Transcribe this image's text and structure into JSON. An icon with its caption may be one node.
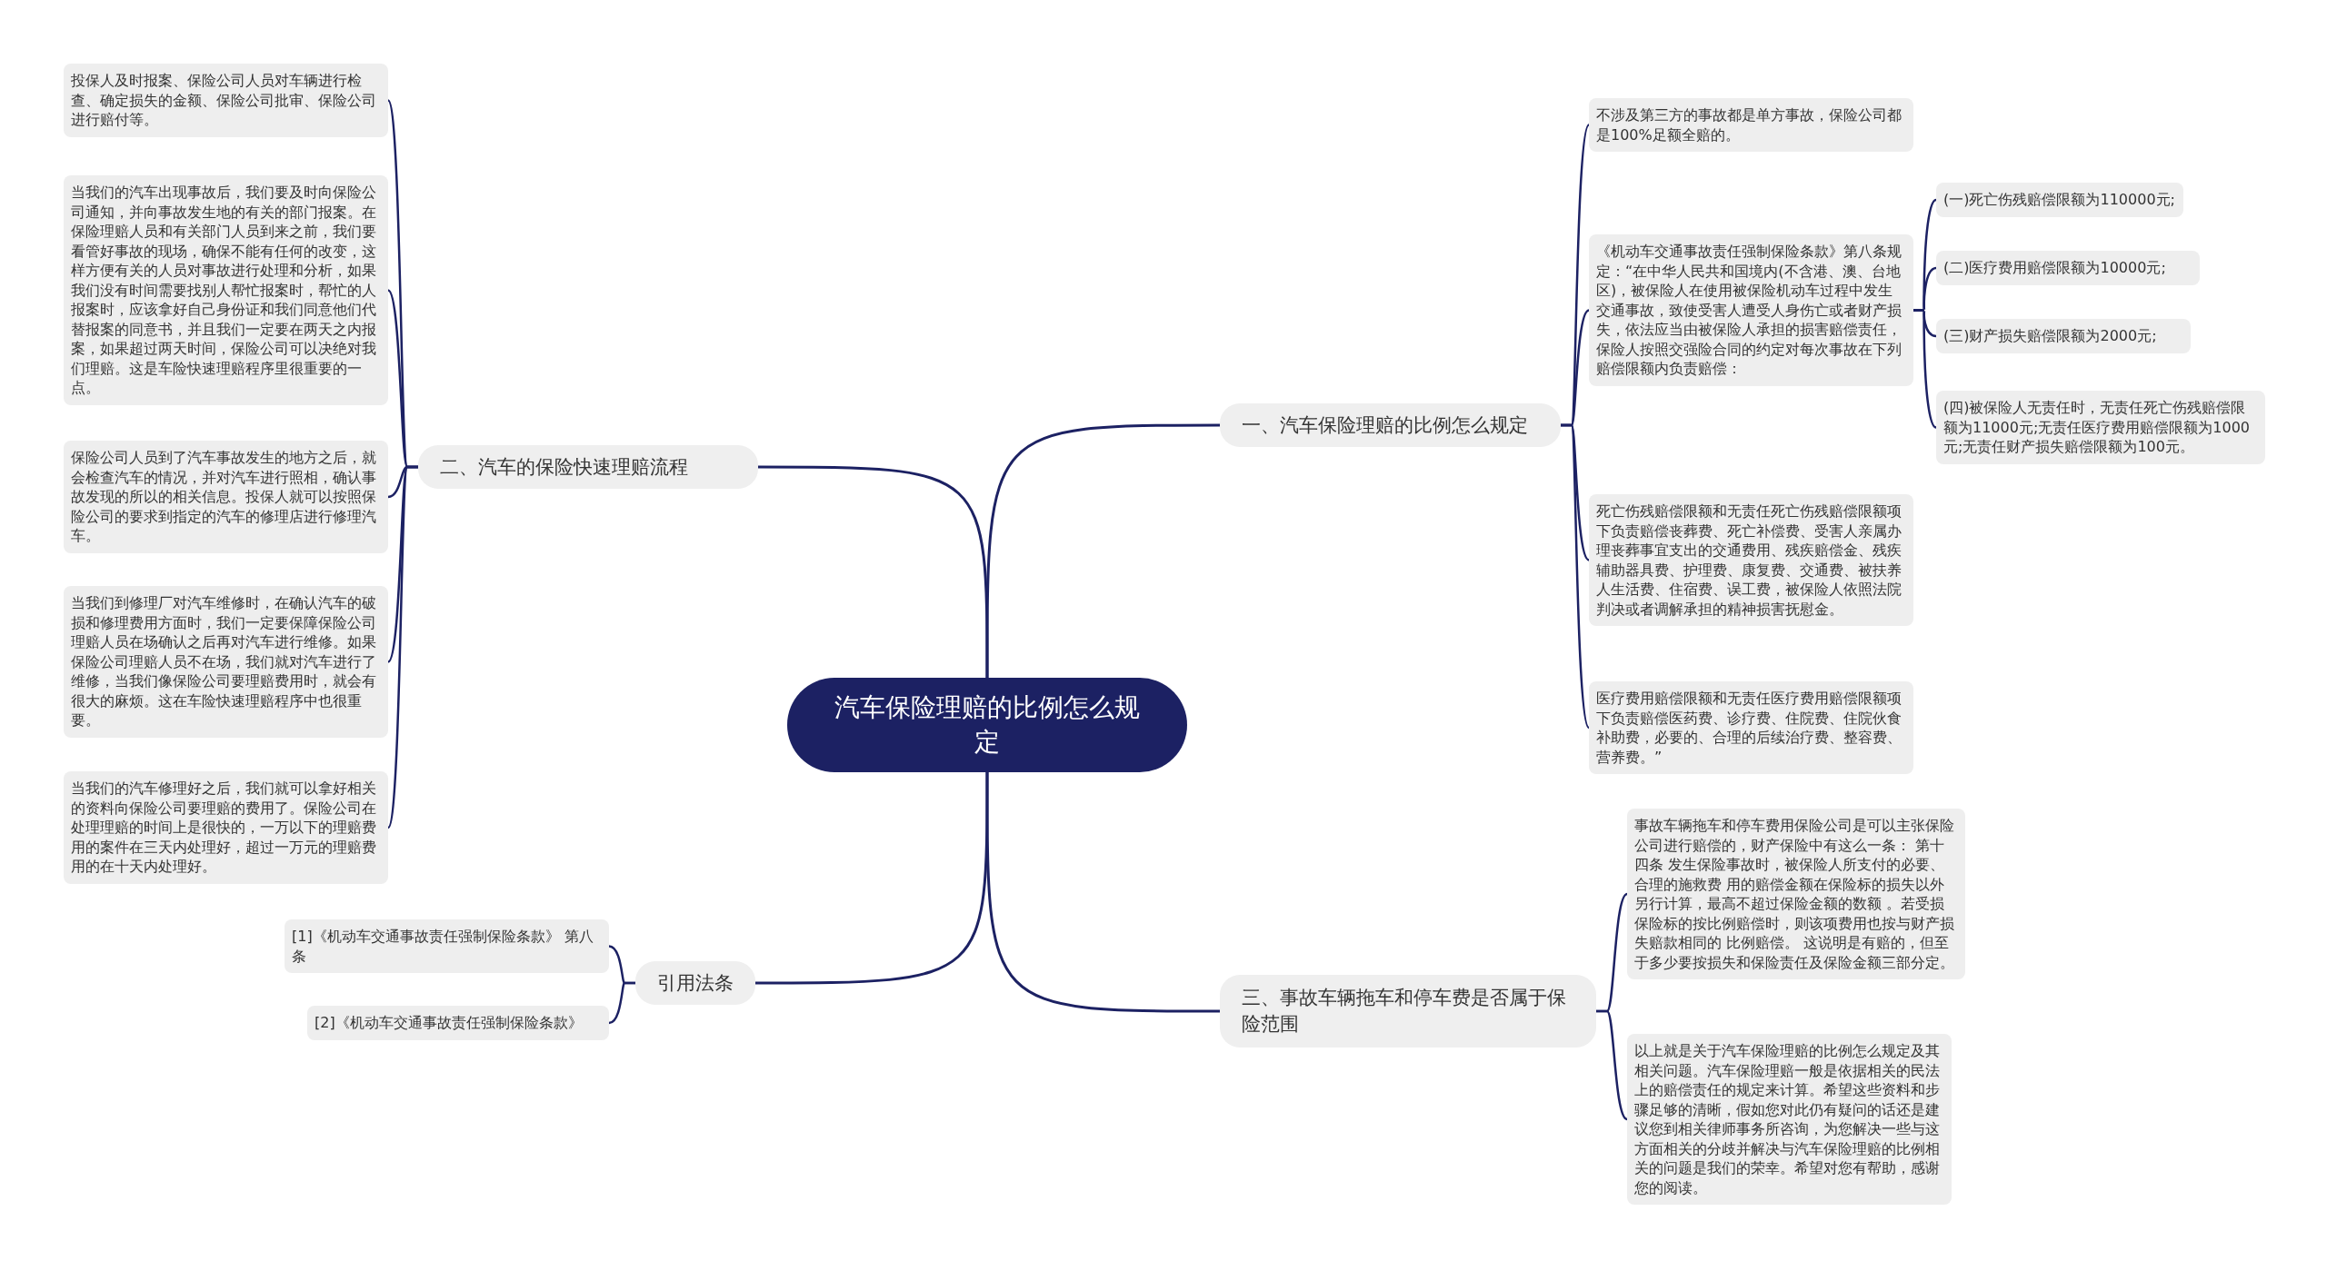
{
  "diagram": {
    "nodes": [
      {
        "text": [
          "汽车保险理赔的比例怎么规定"
        ]
      },
      {
        "text": [
          "一、汽车保险理赔的比例怎么规定"
        ]
      },
      {
        "text": [
          "不涉及第三方的事故都是单方事故，保险公司都是100%足额全赔的。"
        ]
      },
      {
        "text": [
          "《机动车交通事故责任强制保险条款》第八条规定：“在中华人民共和国境内(不含港、澳、台地区)，被保险人在使用被保险机动车过程中发生交通事故，致使受害人遭受人身伤亡或者财产损失，依法应当由被保险人承担的损害赔偿责任，保险人按照交强险合同的约定对每次事故在下列赔偿限额内负责赔偿："
        ]
      },
      {
        "text": [
          "(一)死亡伤残赔偿限额为110000元;"
        ]
      },
      {
        "text": [
          "(二)医疗费用赔偿限额为10000元;"
        ]
      },
      {
        "text": [
          "(三)财产损失赔偿限额为2000元;"
        ]
      },
      {
        "text": [
          "(四)被保险人无责任时，无责任死亡伤残赔偿限额为11000元;无责任医疗费用赔偿限额为1000元;无责任财产损失赔偿限额为100元。"
        ]
      },
      {
        "text": [
          "死亡伤残赔偿限额和无责任死亡伤残赔偿限额项下负责赔偿丧葬费、死亡补偿费、受害人亲属办理丧葬事宜支出的交通费用、残疾赔偿金、残疾辅助器具费、护理费、康复费、交通费、被扶养人生活费、住宿费、误工费，被保险人依照法院判决或者调解承担的精神损害抚慰金。"
        ]
      },
      {
        "text": [
          "医疗费用赔偿限额和无责任医疗费用赔偿限额项下负责赔偿医药费、诊疗费、住院费、住院伙食补助费，必要的、合理的后续治疗费、整容费、营养费。”"
        ]
      },
      {
        "text": [
          "二、汽车的保险快速理赔流程"
        ]
      },
      {
        "text": [
          "投保人及时报案、保险公司人员对车辆进行检查、确定损失的金额、保险公司批审、保险公司进行赔付等。"
        ]
      },
      {
        "text": [
          "当我们的汽车出现事故后，我们要及时向保险公司通知，并向事故发生地的有关的部门报案。在保险理赔人员和有关部门人员到来之前，我们要看管好事故的现场，确保不能有任何的改变，这样方便有关的人员对事故进行处理和分析，如果我们没有时间需要找别人帮忙报案时，帮忙的人报案时，应该拿好自己身份证和我们同意他们代替报案的同意书，并且我们一定要在两天之内报案，如果超过两天时间，保险公司可以决绝对我们理赔。这是车险快速理赔程序里很重要的一点。"
        ]
      },
      {
        "text": [
          "保险公司人员到了汽车事故发生的地方之后，就会检查汽车的情况，并对汽车进行照相，确认事故发现的所以的相关信息。投保人就可以按照保险公司的要求到指定的汽车的修理店进行修理汽车。"
        ]
      },
      {
        "text": [
          "当我们到修理厂对汽车维修时，在确认汽车的破损和修理费用方面时，我们一定要保障保险公司理赔人员在场确认之后再对汽车进行维修。如果保险公司理赔人员不在场，我们就对汽车进行了维修，当我们像保险公司要理赔费用时，就会有很大的麻烦。这在车险快速理赔程序中也很重要。"
        ]
      },
      {
        "text": [
          "当我们的汽车修理好之后，我们就可以拿好相关的资料向保险公司要理赔的费用了。保险公司在处理理赔的时间上是很快的，一万以下的理赔费用的案件在三天内处理好，超过一万元的理赔费用的在十天内处理好。"
        ]
      },
      {
        "text": [
          "引用法条"
        ]
      },
      {
        "text": [
          "[1]《机动车交通事故责任强制保险条款》 第八条"
        ]
      },
      {
        "text": [
          "[2]《机动车交通事故责任强制保险条款》"
        ]
      },
      {
        "text": [
          "三、事故车辆拖车和停车费是否属于保险范围"
        ]
      },
      {
        "text": [
          "事故车辆拖车和停车费用保险公司是可以主张保险公司进行赔偿的，财产保险中有这么一条： 第十四条 发生保险事故时，被保险人所支付的必要、合理的施救费 用的赔偿金额在保险标的损失以外另行计算，最高不超过保险金额的数额 。若受损保险标的按比例赔偿时，则该项费用也按与财产损失赔款相同的 比例赔偿。 这说明是有赔的，但至于多少要按损失和保险责任及保险金额三部分定。"
        ]
      },
      {
        "text": [
          "以上就是关于汽车保险理赔的比例怎么规定及其相关问题。汽车保险理赔一般是依据相关的民法上的赔偿责任的规定来计算。希望这些资料和步骤足够的清晰，假如您对此仍有疑问的话还是建议您到相关律师事务所咨询，为您解决一些与这方面相关的分歧并解决与汽车保险理赔的比例相关的问题是我们的荣幸。希望对您有帮助，感谢您的阅读。"
        ]
      }
    ],
    "edges": [
      {
        "from": 0,
        "to": 1,
        "arrow": "none"
      },
      {
        "from": 1,
        "to": 2,
        "arrow": "none"
      },
      {
        "from": 1,
        "to": 3,
        "arrow": "none"
      },
      {
        "from": 3,
        "to": 4,
        "arrow": "none"
      },
      {
        "from": 3,
        "to": 5,
        "arrow": "none"
      },
      {
        "from": 3,
        "to": 6,
        "arrow": "none"
      },
      {
        "from": 3,
        "to": 7,
        "arrow": "none"
      },
      {
        "from": 1,
        "to": 8,
        "arrow": "none"
      },
      {
        "from": 1,
        "to": 9,
        "arrow": "none"
      },
      {
        "from": 0,
        "to": 10,
        "arrow": "none"
      },
      {
        "from": 10,
        "to": 11,
        "arrow": "none"
      },
      {
        "from": 10,
        "to": 12,
        "arrow": "none"
      },
      {
        "from": 10,
        "to": 13,
        "arrow": "none"
      },
      {
        "from": 10,
        "to": 14,
        "arrow": "none"
      },
      {
        "from": 10,
        "to": 15,
        "arrow": "none"
      },
      {
        "from": 0,
        "to": 16,
        "arrow": "none"
      },
      {
        "from": 16,
        "to": 17,
        "arrow": "none"
      },
      {
        "from": 16,
        "to": 18,
        "arrow": "none"
      },
      {
        "from": 0,
        "to": 19,
        "arrow": "none"
      },
      {
        "from": 19,
        "to": 20,
        "arrow": "none"
      },
      {
        "from": 19,
        "to": 21,
        "arrow": "none"
      }
    ]
  }
}
